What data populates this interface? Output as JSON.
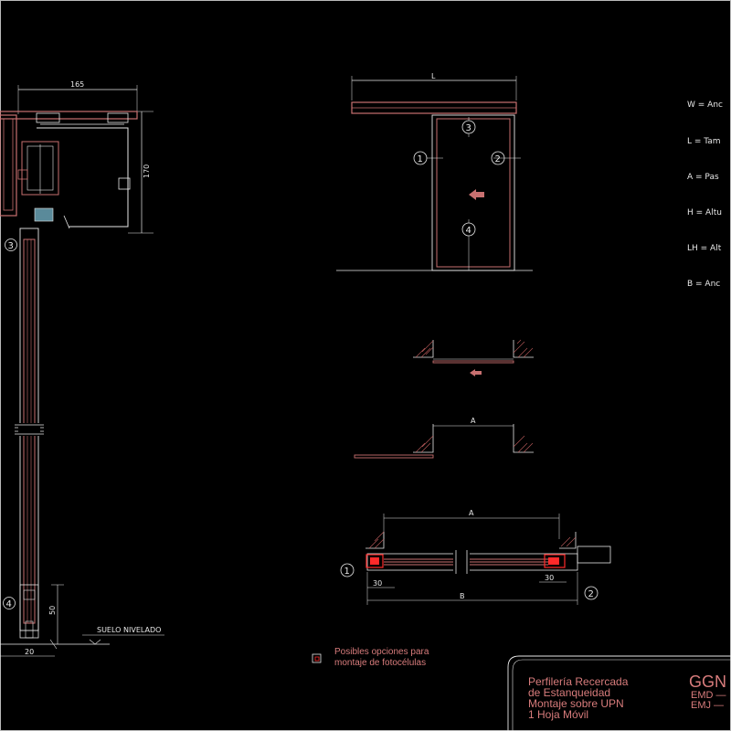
{
  "colors": {
    "background": "#000000",
    "outline": "#e8e8e8",
    "profile": "#c87070",
    "accent_red": "#ff2a2a",
    "hatch": "#b85a5a",
    "text": "#e8e8e8",
    "title_text": "#d87c7c"
  },
  "left_section": {
    "dim_width": "165",
    "dim_height": "170",
    "dim_bottom_height": "50",
    "dim_bottom_width": "20",
    "floor_label": "SUELO NIVELADO",
    "marker_top": "3",
    "marker_bottom": "4"
  },
  "elevation": {
    "dim_L": "L",
    "marker_1": "1",
    "marker_2": "2",
    "marker_3": "3",
    "marker_4": "4"
  },
  "legend": {
    "items": [
      "W = Anc",
      "L = Tam",
      "A = Pas",
      "H = Altu",
      "LH = Alt",
      "B = Anc"
    ]
  },
  "plan_views": {
    "dim_A_middle": "A",
    "dim_A_bottom": "A",
    "dim_B": "B",
    "dim_30_left": "30",
    "dim_30_right": "30",
    "marker_1": "1",
    "marker_2": "2"
  },
  "photocell_note": {
    "line1": "Posibles opciones para",
    "line2": "montaje de fotocélulas"
  },
  "title_block": {
    "line1": "Perfilería Recercada",
    "line2": "de Estanqueidad",
    "line3": "Montaje sobre UPN",
    "line4": "1 Hoja Móvil",
    "brand": "GGN",
    "code1": "EMD —",
    "code2": "EMJ —"
  }
}
